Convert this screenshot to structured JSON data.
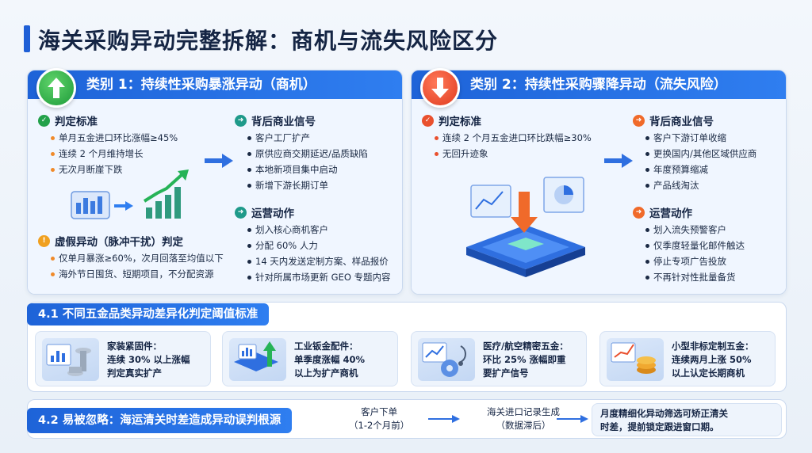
{
  "page_title": "海关采购异动完整拆解：商机与流失风险区分",
  "left_card": {
    "title": "类别 1：持续性采购暴涨异动（商机）",
    "criteria_title": "判定标准",
    "criteria": [
      "单月五金进口环比涨幅≥45%",
      "连续 2 个月维持增长",
      "无次月断崖下跌"
    ],
    "false_title": "虚假异动（脉冲干扰）判定",
    "false_items": [
      "仅单月暴涨≥60%，次月回落至均值以下",
      "海外节日囤货、短期项目，不分配资源"
    ],
    "signal_title": "背后商业信号",
    "signals": [
      "客户工厂扩产",
      "原供应商交期延迟/品质缺陷",
      "本地新项目集中启动",
      "新增下游长期订单"
    ],
    "action_title": "运营动作",
    "actions": [
      "划入核心商机客户",
      "分配 60% 人力",
      "14 天内发送定制方案、样品报价",
      "针对所属市场更新 GEO 专题内容"
    ]
  },
  "right_card": {
    "title": "类别 2：持续性采购骤降异动（流失风险）",
    "criteria_title": "判定标准",
    "criteria": [
      "连续 2 个月五金进口环比跌幅≥30%",
      "无回升迹象"
    ],
    "signal_title": "背后商业信号",
    "signals": [
      "客户下游订单收缩",
      "更换国内/其他区域供应商",
      "年度预算缩减",
      "产品线淘汰"
    ],
    "action_title": "运营动作",
    "actions": [
      "划入流失预警客户",
      "仅季度轻量化邮件触达",
      "停止专项广告投放",
      "不再针对性批量备货"
    ]
  },
  "section_41": {
    "title": "4.1 不同五金品类异动差异化判定阈值标准",
    "categories": [
      {
        "line1": "家装紧固件：",
        "line2": "连续 30% 以上涨幅",
        "line3": "判定真实扩产"
      },
      {
        "line1": "工业钣金配件：",
        "line2": "单季度涨幅 40%",
        "line3": "以上为扩产商机"
      },
      {
        "line1": "医疗/航空精密五金：",
        "line2": "环比 25% 涨幅即重",
        "line3": "要扩产信号"
      },
      {
        "line1": "小型非标定制五金：",
        "line2": "连续两月上涨 50%",
        "line3": "以上认定长期商机"
      }
    ]
  },
  "section_42": {
    "title": "4.2 易被忽略：海运清关时差造成异动误判根源",
    "step1_line1": "客户下单",
    "step1_line2": "（1-2个月前）",
    "step2_line1": "海关进口记录生成",
    "step2_line2": "（数据滞后）",
    "final_line1": "月度精细化异动筛选可矫正清关",
    "final_line2": "时差，提前锁定跟进窗口期。"
  },
  "colors": {
    "primary": "#1e63d8",
    "up": "#22a14a",
    "down": "#e9502e"
  }
}
